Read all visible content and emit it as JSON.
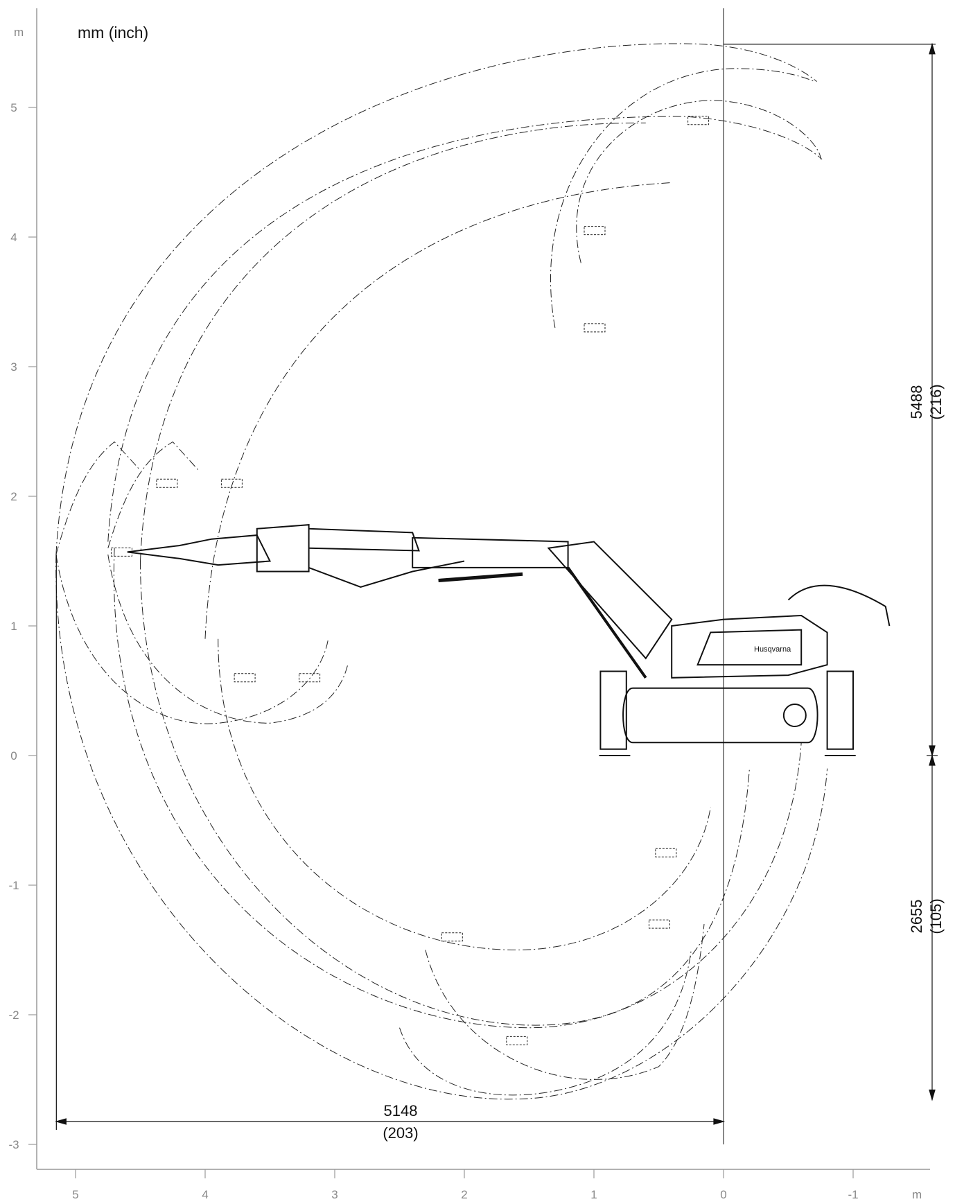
{
  "diagram": {
    "unit_note": "mm (inch)",
    "x_axis": {
      "unit": "m",
      "ticks": [
        "5",
        "4",
        "3",
        "2",
        "1",
        "0",
        "-1"
      ],
      "tick_values": [
        5,
        4,
        3,
        2,
        1,
        0,
        -1
      ]
    },
    "y_axis": {
      "unit": "m",
      "ticks": [
        "5",
        "4",
        "3",
        "2",
        "1",
        "0",
        "-1",
        "-2",
        "-3"
      ],
      "tick_values": [
        5,
        4,
        3,
        2,
        1,
        0,
        -1,
        -2,
        -3
      ]
    },
    "dimensions": {
      "horizontal_reach": {
        "mm": "5148",
        "inch": "(203)",
        "value_m": 5.148
      },
      "max_height": {
        "mm": "5488",
        "inch": "(216)",
        "value_m": 5.488
      },
      "max_depth": {
        "mm": "2655",
        "inch": "(105)",
        "value_m": -2.655
      }
    },
    "machine_brand": "Husqvarna",
    "line_color": "#111111",
    "axis_color": "#999999"
  }
}
